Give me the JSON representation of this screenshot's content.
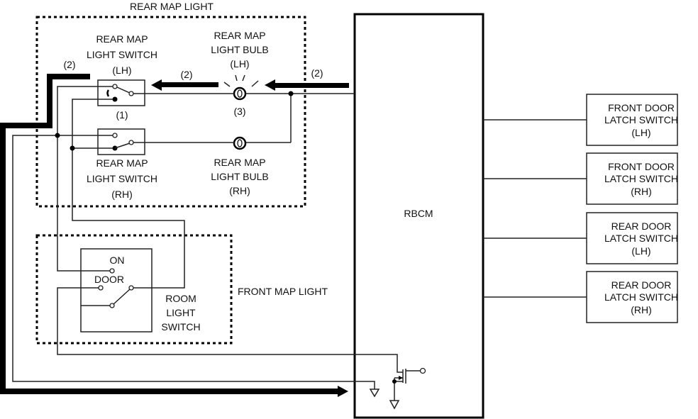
{
  "diagram": {
    "groups": {
      "rear_map_light": "REAR MAP LIGHT",
      "front_map_light": "FRONT MAP LIGHT"
    },
    "components": {
      "rear_switch_lh": [
        "REAR MAP",
        "LIGHT SWITCH",
        "(LH)"
      ],
      "rear_bulb_lh": [
        "REAR MAP",
        "LIGHT BULB",
        "(LH)"
      ],
      "rear_switch_rh": [
        "REAR MAP",
        "LIGHT SWITCH",
        "(RH)"
      ],
      "rear_bulb_rh": [
        "REAR MAP",
        "LIGHT BULB",
        "(RH)"
      ],
      "room_switch": [
        "ROOM",
        "LIGHT",
        "SWITCH"
      ],
      "room_switch_on": "ON",
      "room_switch_door": "DOOR",
      "rbcm": "RBCM",
      "front_door_lh": [
        "FRONT DOOR",
        "LATCH SWITCH",
        "(LH)"
      ],
      "front_door_rh": [
        "FRONT DOOR",
        "LATCH SWITCH",
        "(RH)"
      ],
      "rear_door_lh": [
        "REAR DOOR",
        "LATCH SWITCH",
        "(LH)"
      ],
      "rear_door_rh": [
        "REAR DOOR",
        "LATCH SWITCH",
        "(RH)"
      ]
    },
    "callouts": {
      "c1": "(1)",
      "c2": "(2)",
      "c3": "(3)"
    },
    "colors": {
      "line": "#222222",
      "current_flow": "#000000",
      "background": "#ffffff"
    }
  }
}
